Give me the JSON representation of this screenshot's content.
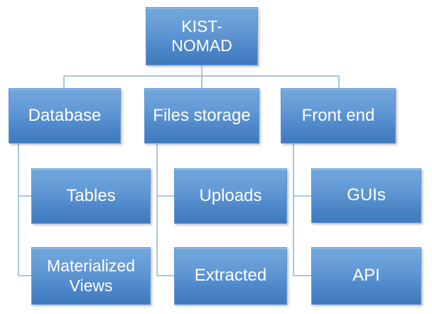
{
  "colors": {
    "box_gradient_top": "#73a7dd",
    "box_gradient_bottom": "#3f79bd",
    "box_border": "#5e96d2",
    "connector_line": "#a9c5e2",
    "text": "#ffffff",
    "background": "#ffffff"
  },
  "tree": {
    "root": {
      "label": "KIST-\nNOMAD"
    },
    "branches": [
      {
        "label": "Database",
        "children": [
          {
            "label": "Tables"
          },
          {
            "label": "Materialized Views"
          }
        ]
      },
      {
        "label": "Files storage",
        "children": [
          {
            "label": "Uploads"
          },
          {
            "label": "Extracted"
          }
        ]
      },
      {
        "label": "Front end",
        "children": [
          {
            "label": "GUIs"
          },
          {
            "label": "API"
          }
        ]
      }
    ]
  }
}
